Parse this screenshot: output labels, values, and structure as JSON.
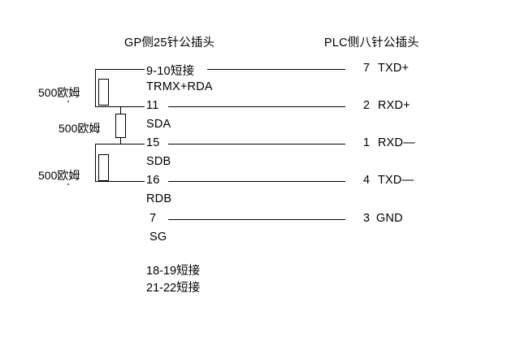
{
  "diagram": {
    "title_left": "GP侧25针公插头",
    "title_right": "PLC侧八针公插头",
    "resistor_value": "500欧姆",
    "resistors": [
      {
        "label": "500欧姆"
      },
      {
        "label": "500欧姆"
      },
      {
        "label": "500欧姆"
      }
    ],
    "connections": [
      {
        "gp_pin": "9-10短接",
        "gp_signal": "TRMX+RDA",
        "plc_pin": "7",
        "plc_signal": "TXD+"
      },
      {
        "gp_pin": "11",
        "gp_signal": "SDA",
        "plc_pin": "2",
        "plc_signal": "RXD+"
      },
      {
        "gp_pin": "15",
        "gp_signal": "SDB",
        "plc_pin": "1",
        "plc_signal": "RXD—"
      },
      {
        "gp_pin": "16",
        "gp_signal": "RDB",
        "plc_pin": "4",
        "plc_signal": "TXD—"
      },
      {
        "gp_pin": "7",
        "gp_signal": "SG",
        "plc_pin": "3",
        "plc_signal": "GND"
      }
    ],
    "notes": [
      "18-19短接",
      "21-22短接"
    ]
  }
}
